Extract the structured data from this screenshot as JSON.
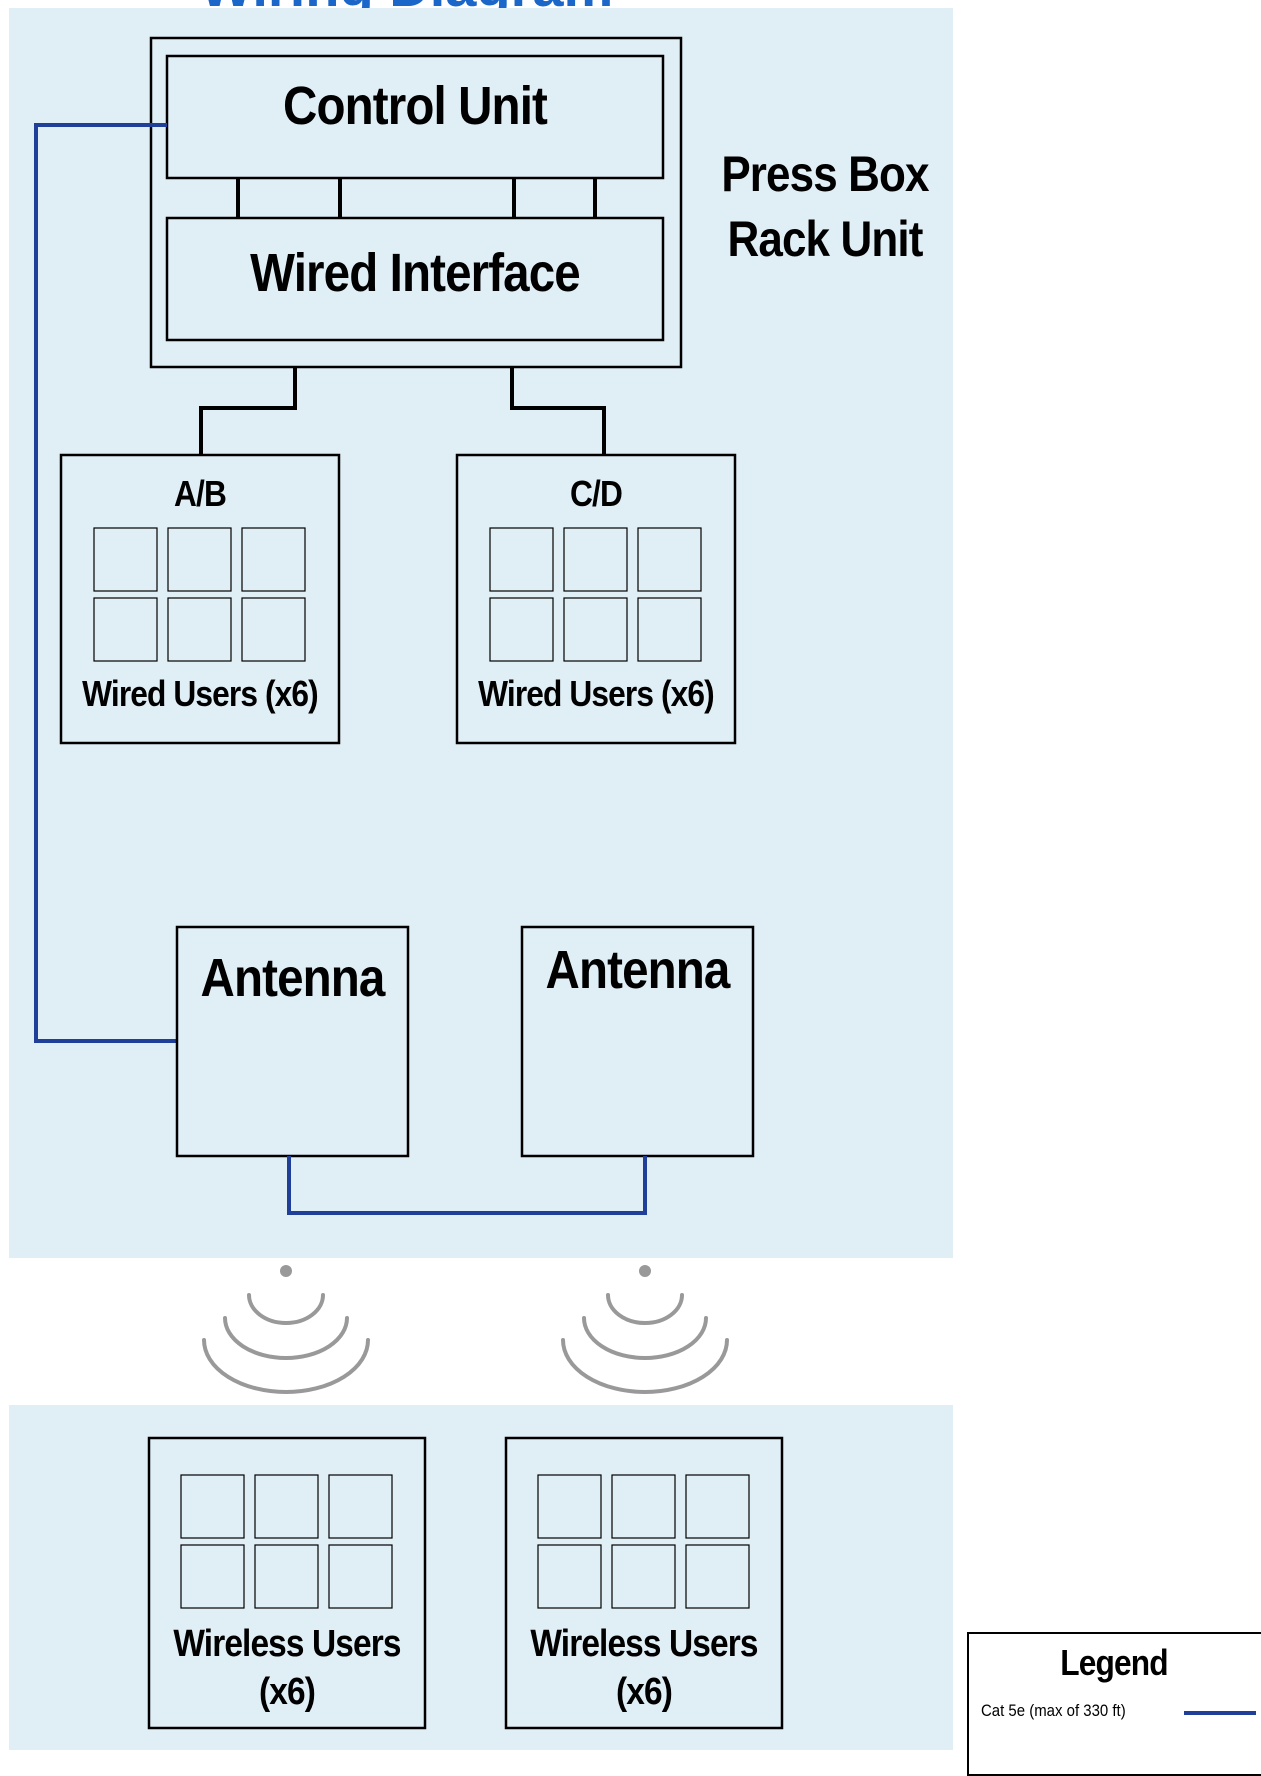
{
  "colors": {
    "panel_background": "#e0eef6",
    "cat5e_line": "#1f3f99",
    "wireless_signal": "#999999",
    "title_partial": "#1a66c9"
  },
  "title_partial": "Wiring Diagram",
  "rack": {
    "label_line1": "Press Box",
    "label_line2": "Rack Unit",
    "control_unit": "Control Unit",
    "wired_interface": "Wired Interface"
  },
  "wired_groups": [
    {
      "channel": "A/B",
      "label": "Wired Users (x6)"
    },
    {
      "channel": "C/D",
      "label": "Wired Users (x6)"
    }
  ],
  "antennas": [
    {
      "label": "Antenna"
    },
    {
      "label": "Antenna"
    }
  ],
  "wireless_groups": [
    {
      "label_line1": "Wireless Users",
      "label_line2": "(x6)"
    },
    {
      "label_line1": "Wireless Users",
      "label_line2": "(x6)"
    }
  ],
  "legend": {
    "title": "Legend",
    "entries": [
      {
        "label": "Cat 5e (max of 330 ft)",
        "line_color": "#1f3f99"
      }
    ]
  }
}
